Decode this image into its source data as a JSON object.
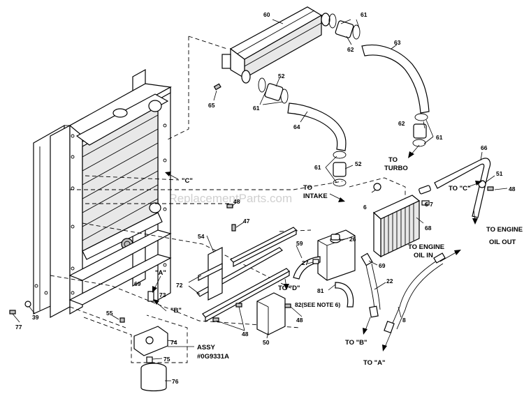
{
  "watermark": "eReplacementParts.com",
  "callouts": {
    "c60": "60",
    "c61a": "61",
    "c62a": "62",
    "c63": "63",
    "c65": "65",
    "c52a": "52",
    "c61b": "61",
    "c64": "64",
    "c62b": "62",
    "c61c": "61",
    "c61d": "61",
    "c52b": "52",
    "c66": "66",
    "c51": "51",
    "c48a": "48",
    "c6": "6",
    "c67": "6 7",
    "c68": "68",
    "c26": "26",
    "c59": "59",
    "c27": "27",
    "c69a": "69",
    "c22": "22",
    "c8": "8",
    "c81": "81",
    "c82": "82(SEE NOTE 6)",
    "c50": "50",
    "c48b": "48",
    "c48c": "48",
    "c48d": "48",
    "c47": "47",
    "c54": "54",
    "c72": "72",
    "c69b": "69",
    "c73": "73",
    "c55": "55",
    "c74": "74",
    "c75": "75",
    "c76": "76",
    "c77": "77",
    "c39": "39"
  },
  "labels": {
    "to_turbo_1": "TO",
    "to_turbo_2": "TURBO",
    "to_intake_1": "TO",
    "to_intake_2": "INTAKE",
    "to_c_left": "\"C\"",
    "to_c_right": "TO \"C\"",
    "to_engine_oil_out_1": "TO ENGINE",
    "to_engine_oil_out_2": "OIL OUT",
    "to_engine_oil_in_1": "TO ENGINE",
    "to_engine_oil_in_2": "OIL IN",
    "to_d": "TO \"D\"",
    "to_b": "TO \"B\"",
    "to_a": "TO \"A\"",
    "a_ref": "\"A\"",
    "b_ref": "\"B\"",
    "assy_1": "ASSY",
    "assy_2": "#0G9331A"
  }
}
